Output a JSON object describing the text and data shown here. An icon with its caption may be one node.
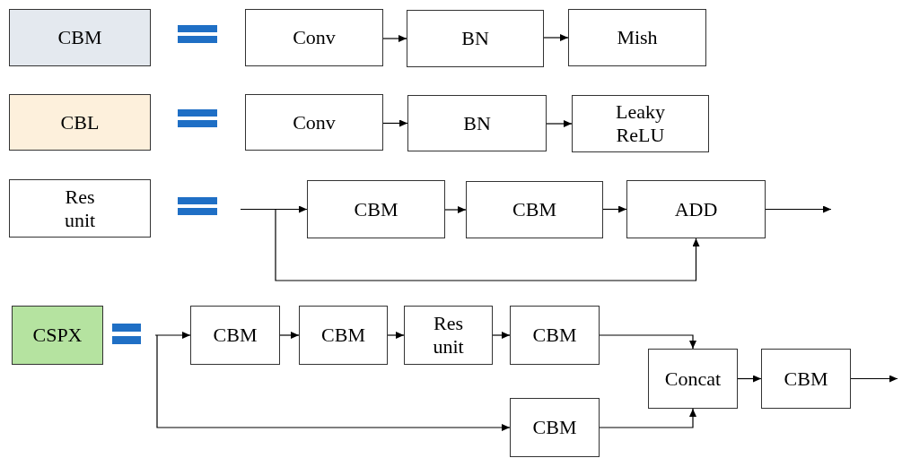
{
  "diagram": {
    "nodes": [
      {
        "text": [
          "CBM"
        ]
      },
      {
        "text": [
          "Conv"
        ]
      },
      {
        "text": [
          "BN"
        ]
      },
      {
        "text": [
          "Mish"
        ]
      },
      {
        "text": [
          "CBL"
        ]
      },
      {
        "text": [
          "Conv"
        ]
      },
      {
        "text": [
          "BN"
        ]
      },
      {
        "text": [
          "Leaky ReLU"
        ]
      },
      {
        "text": [
          "Res unit"
        ]
      },
      {
        "text": [
          "CBM"
        ]
      },
      {
        "text": [
          "CBM"
        ]
      },
      {
        "text": [
          "ADD"
        ]
      },
      {
        "text": [
          "CSPX"
        ]
      },
      {
        "text": [
          "CBM"
        ]
      },
      {
        "text": [
          "CBM"
        ]
      },
      {
        "text": [
          "Res unit"
        ]
      },
      {
        "text": [
          "CBM"
        ]
      },
      {
        "text": [
          "Concat"
        ]
      },
      {
        "text": [
          "CBM"
        ]
      },
      {
        "text": [
          "CBM"
        ]
      }
    ],
    "edges": [
      {
        "from": 1,
        "to": 2,
        "arrow": "to"
      },
      {
        "from": 2,
        "to": 3,
        "arrow": "to"
      },
      {
        "from": 5,
        "to": 6,
        "arrow": "to"
      },
      {
        "from": 6,
        "to": 7,
        "arrow": "to"
      },
      {
        "from": null,
        "to": 9,
        "arrow": "to"
      },
      {
        "from": null,
        "to": 11,
        "arrow": "to"
      },
      {
        "from": 9,
        "to": 10,
        "arrow": "to"
      },
      {
        "from": 10,
        "to": 11,
        "arrow": "to"
      },
      {
        "from": 11,
        "to": null,
        "arrow": "to"
      },
      {
        "from": null,
        "to": 13,
        "arrow": "to"
      },
      {
        "from": null,
        "to": 19,
        "arrow": "to"
      },
      {
        "from": 13,
        "to": 14,
        "arrow": "to"
      },
      {
        "from": 14,
        "to": 15,
        "arrow": "to"
      },
      {
        "from": 15,
        "to": 16,
        "arrow": "to"
      },
      {
        "from": 16,
        "to": 17,
        "arrow": "to"
      },
      {
        "from": 19,
        "to": 17,
        "arrow": "to"
      },
      {
        "from": 17,
        "to": 18,
        "arrow": "to"
      },
      {
        "from": 18,
        "to": null,
        "arrow": "to"
      }
    ]
  }
}
